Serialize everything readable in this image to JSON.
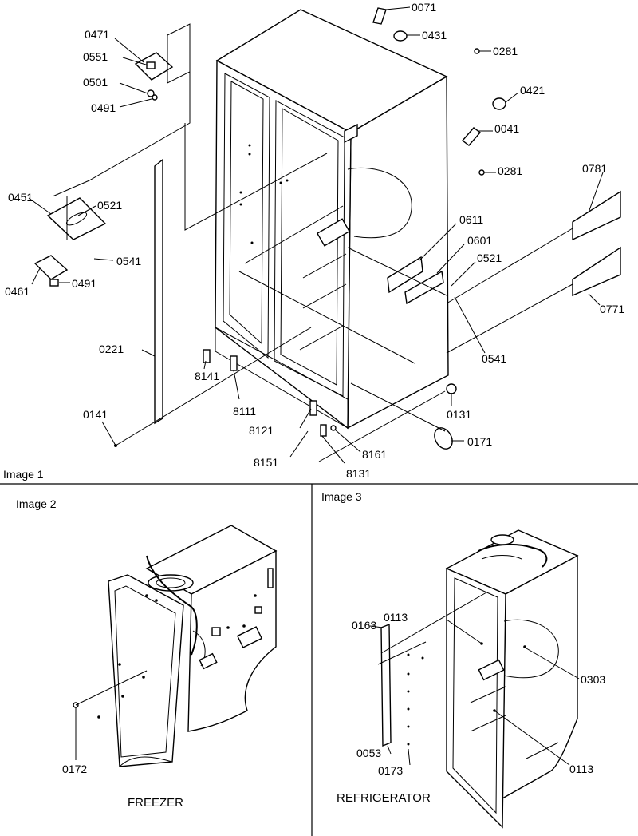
{
  "panels": {
    "image1": {
      "label": "Image 1"
    },
    "image2": {
      "label": "Image 2",
      "caption": "FREEZER"
    },
    "image3": {
      "label": "Image 3",
      "caption": "REFRIGERATOR"
    }
  },
  "image1_callouts": {
    "c0071": "0071",
    "c0431": "0431",
    "c0281a": "0281",
    "c0421": "0421",
    "c0041": "0041",
    "c0281b": "0281",
    "c0781": "0781",
    "c0771": "0771",
    "c0611": "0611",
    "c0601": "0601",
    "c0521b": "0521",
    "c0541b": "0541",
    "c0131": "0131",
    "c0171": "0171",
    "c8161": "8161",
    "c8131": "8131",
    "c8151": "8151",
    "c8121": "8121",
    "c8111": "8111",
    "c8141": "8141",
    "c0141": "0141",
    "c0221": "0221",
    "c0471": "0471",
    "c0551": "0551",
    "c0501": "0501",
    "c0491a": "0491",
    "c0451": "0451",
    "c0521a": "0521",
    "c0541a": "0541",
    "c0461": "0461",
    "c0491b": "0491"
  },
  "image2_callouts": {
    "c0172": "0172"
  },
  "image3_callouts": {
    "c0163": "0163",
    "c0113a": "0113",
    "c0303": "0303",
    "c0053": "0053",
    "c0173": "0173",
    "c0113b": "0113"
  }
}
